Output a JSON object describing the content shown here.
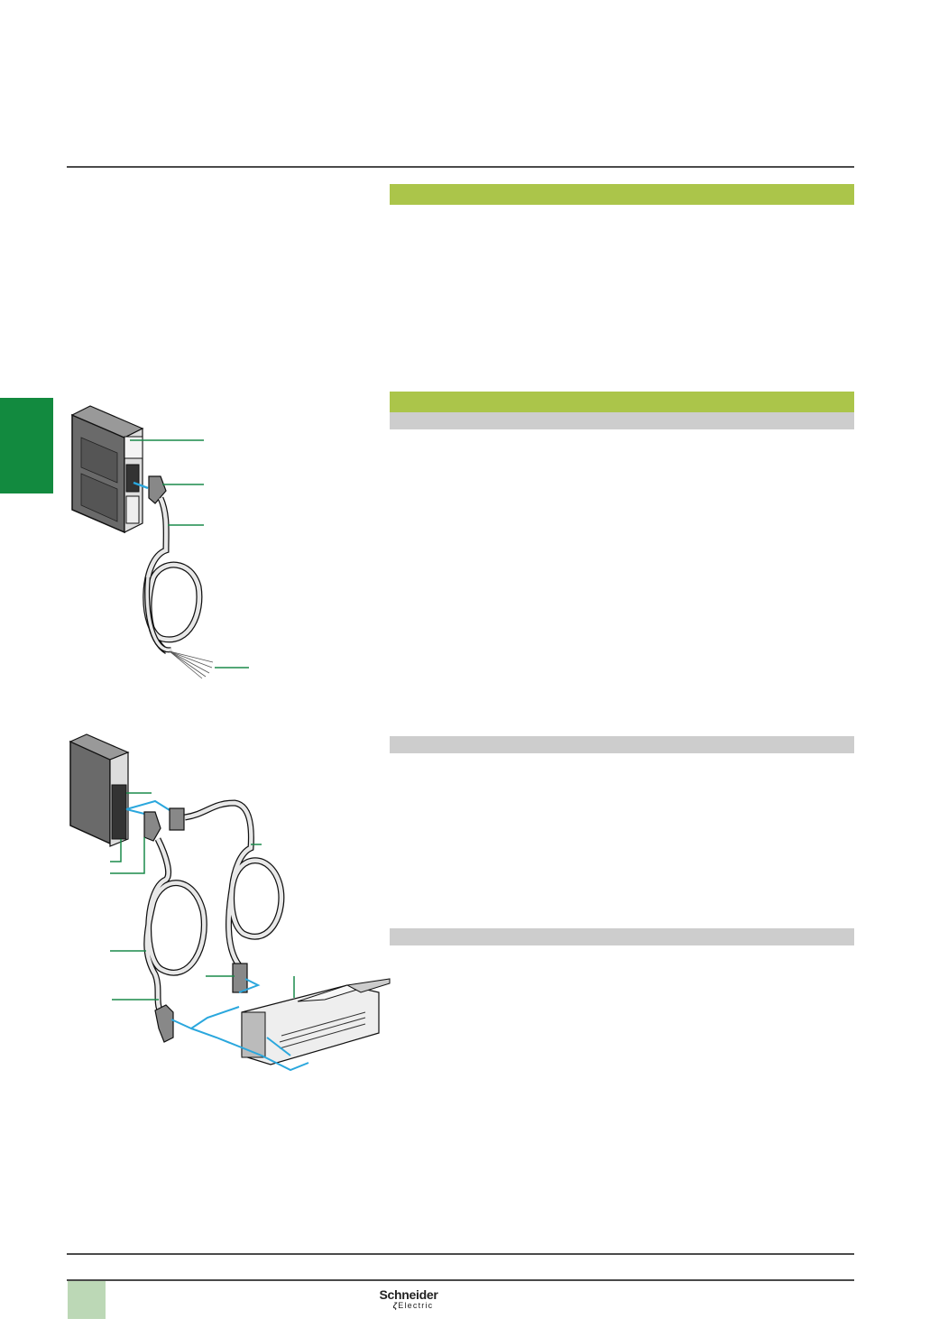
{
  "page": {
    "section_tab_color": "#128a3f",
    "header_bar_color": "#abc54a",
    "subheader_bar_color": "#cdcdcd",
    "footer_tab_color": "#bcd8b6",
    "rule_color": "#4a4a4a",
    "callout_line_color": "#1a8a4a",
    "connection_line_color": "#2aa7dd"
  },
  "figures": [
    {
      "name": "io-module-with-flying-lead-cable",
      "callouts": 4
    },
    {
      "name": "io-module-with-telefast-preformed-cables",
      "callouts": 7
    }
  ],
  "footer": {
    "logo": {
      "brand": "Schneider",
      "sub": "Electric",
      "mark": "ζ"
    }
  }
}
